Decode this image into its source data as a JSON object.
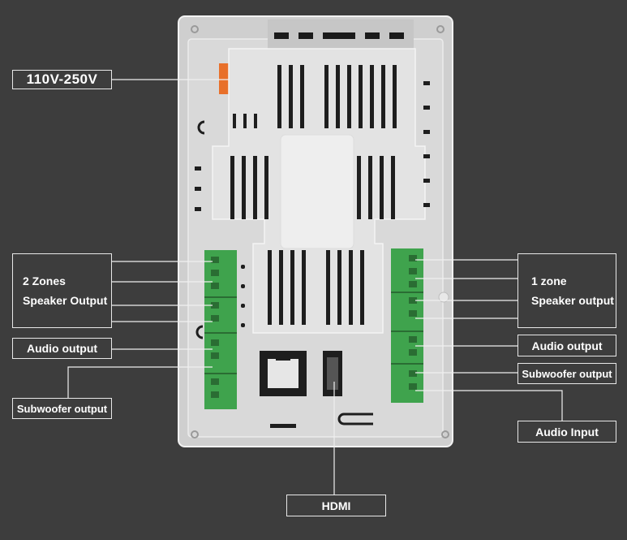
{
  "labels": {
    "power": "110V-250V",
    "left_speaker_line1": "2 Zones",
    "left_speaker_line2": "Speaker Output",
    "left_audio_output": "Audio output",
    "left_subwoofer_output": "Subwoofer output",
    "right_speaker_line1": "1 zone",
    "right_speaker_line2": "Speaker output",
    "right_audio_output": "Audio output",
    "right_subwoofer_output": "Subwoofer output",
    "audio_input": "Audio Input",
    "hdmi": "HDMI"
  },
  "colors": {
    "background": "#3d3d3d",
    "panel": "#d9d9d9",
    "terminal_green": "#3fa34d",
    "power_orange": "#e8702a",
    "label_border": "#e8e8e8",
    "label_text": "#ffffff"
  }
}
